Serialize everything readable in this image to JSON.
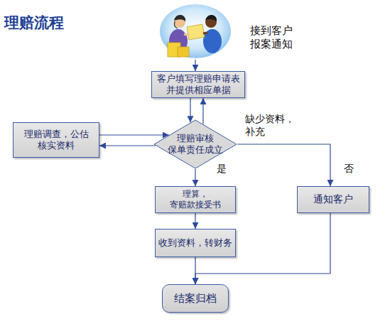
{
  "diagram": {
    "title": "理赔流程",
    "nodes": [
      {
        "text": [
          "接到客户 报案通知"
        ]
      },
      {
        "text": [
          "客户填写理赔申请表 并提供相应单据"
        ]
      },
      {
        "text": [
          "理赔审核 保单责任成立"
        ]
      },
      {
        "text": [
          "理赔调查，公估 核实资料"
        ]
      },
      {
        "text": [
          "理算，寄赔款接受书"
        ]
      },
      {
        "text": [
          "通知客户"
        ]
      },
      {
        "text": [
          "收到资料，转财务"
        ]
      },
      {
        "text": [
          "结案归档"
        ]
      }
    ],
    "edges": [
      {
        "from": 0,
        "to": 1,
        "arrow": "to"
      },
      {
        "from": 1,
        "to": 2,
        "arrow": "to"
      },
      {
        "from": 2,
        "to": 1,
        "label": "缺少资料，补充",
        "arrow": "to"
      },
      {
        "from": 3,
        "to": 2,
        "arrow": "to"
      },
      {
        "from": 2,
        "to": 3,
        "arrow": "to"
      },
      {
        "from": 2,
        "to": 4,
        "label": "是",
        "arrow": "to"
      },
      {
        "from": 2,
        "to": 5,
        "label": "否",
        "arrow": "to"
      },
      {
        "from": 4,
        "to": 6,
        "arrow": "to"
      },
      {
        "from": 6,
        "to": 7,
        "arrow": "to"
      },
      {
        "from": 5,
        "to": 7,
        "arrow": "to"
      }
    ]
  }
}
